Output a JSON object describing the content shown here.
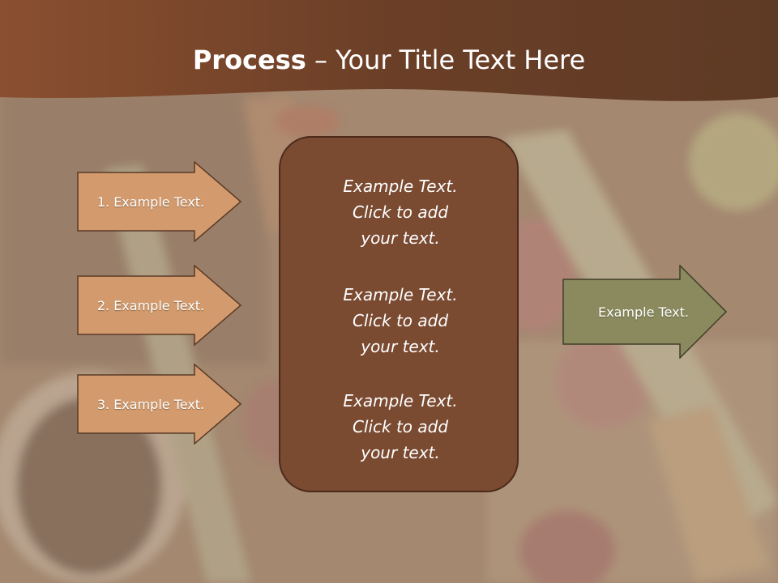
{
  "title": {
    "bold": "Process",
    "separator": " – ",
    "rest": "Your Title Text Here"
  },
  "left_arrows": [
    {
      "label": "1. Example Text."
    },
    {
      "label": "2. Example Text."
    },
    {
      "label": "3. Example Text."
    }
  ],
  "center_blocks": [
    {
      "line1": "Example Text.",
      "line2": "Click  to add",
      "line3": "your text."
    },
    {
      "line1": "Example Text.",
      "line2": "Click  to add",
      "line3": "your text."
    },
    {
      "line1": "Example Text.",
      "line2": "Click  to add",
      "line3": "your text."
    }
  ],
  "right_arrow": {
    "label": "Example Text."
  },
  "colors": {
    "header": "#7a4a31",
    "left_arrow_fill": "#d39b6d",
    "left_arrow_border": "#5a3a26",
    "center_box": "#7a4a31",
    "right_arrow_fill": "#8a8a5e"
  }
}
